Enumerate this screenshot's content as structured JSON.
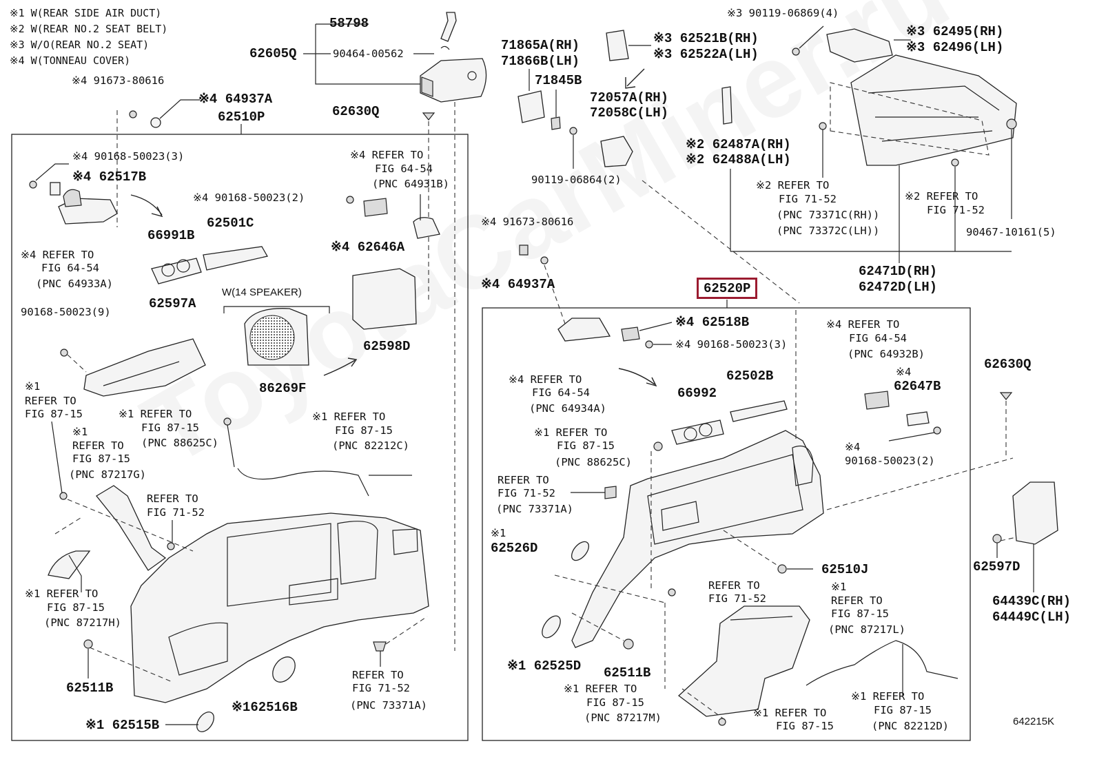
{
  "notes": [
    "※1 W(REAR SIDE AIR DUCT)",
    "※2 W(REAR NO.2 SEAT BELT)",
    "※3 W/O(REAR NO.2 SEAT)",
    "※4 W(TONNEAU COVER)"
  ],
  "left": {
    "box_title": "62510P",
    "lbl_58798": "58798",
    "lbl_62605q": "62605Q",
    "lbl_90464": "90464-00562",
    "lbl_91673": "※4 91673-80616",
    "lbl_64937a": "※4 64937A",
    "lbl_62630q": "62630Q",
    "lbl_90168_3": "※4 90168-50023(3)",
    "lbl_62517b": "※4 62517B",
    "lbl_ref_6454_a": [
      "※4 REFER TO",
      "FIG 64-54",
      "(PNC 64931B)"
    ],
    "lbl_90168_2": "※4 90168-50023(2)",
    "lbl_62646a": "※4 62646A",
    "lbl_66991b": "66991B",
    "lbl_62501c": "62501C",
    "lbl_ref_6454_b": [
      "※4 REFER TO",
      "FIG 64-54",
      "(PNC 64933A)"
    ],
    "lbl_speaker": "W(14 SPEAKER)",
    "lbl_90168_9": "90168-50023(9)",
    "lbl_62597a": "62597A",
    "lbl_62598d": "62598D",
    "lbl_86269f": "86269F",
    "lbl_ref_8715_a": [
      "※1",
      "REFER TO",
      "FIG 87-15"
    ],
    "lbl_ref_88625c": [
      "※1 REFER TO",
      "FIG 87-15",
      "(PNC 88625C)"
    ],
    "lbl_ref_82212c": [
      "※1 REFER TO",
      "FIG 87-15",
      "(PNC 82212C)"
    ],
    "lbl_ref_87217g": [
      "※1",
      "REFER TO",
      "FIG 87-15",
      "(PNC 87217G)"
    ],
    "lbl_ref_7152": [
      "REFER TO",
      "FIG 71-52"
    ],
    "lbl_ref_87217h": [
      "※1 REFER TO",
      "FIG 87-15",
      "(PNC 87217H)"
    ],
    "lbl_62511b": "62511B",
    "lbl_62516b": "※162516B",
    "lbl_62515b": "※1 62515B",
    "lbl_ref_73371a": [
      "REFER TO",
      "FIG 71-52",
      "(PNC 73371A)"
    ]
  },
  "top_right": {
    "lbl_71865a": [
      "71865A(RH)",
      "71866B(LH)"
    ],
    "lbl_71845b": "71845B",
    "lbl_62521b": [
      "※3 62521B(RH)",
      "※3 62522A(LH)"
    ],
    "lbl_72057a": [
      "72057A(RH)",
      "72058C(LH)"
    ],
    "lbl_90119_06864": "90119-06864(2)",
    "lbl_90119_06869": "※3 90119-06869(4)",
    "lbl_62495": [
      "※3 62495(RH)",
      "※3 62496(LH)"
    ],
    "lbl_62487a": [
      "※2 62487A(RH)",
      "※2 62488A(LH)"
    ],
    "lbl_ref_73371c": [
      "※2 REFER TO",
      "FIG 71-52",
      "(PNC 73371C(RH))",
      "(PNC 73372C(LH))"
    ],
    "lbl_ref_7152_b": [
      "※2 REFER TO",
      "FIG 71-52"
    ],
    "lbl_90467": "90467-10161(5)",
    "lbl_62471d": [
      "62471D(RH)",
      "62472D(LH)"
    ]
  },
  "right": {
    "box_title": "62520P",
    "lbl_91673": "※4 91673-80616",
    "lbl_64937a": "※4 64937A",
    "lbl_62518b": "※4 62518B",
    "lbl_90168_3": "※4 90168-50023(3)",
    "lbl_ref_64932b": [
      "※4 REFER TO",
      "FIG 64-54",
      "(PNC 64932B)"
    ],
    "lbl_62630q": "62630Q",
    "lbl_ref_64934a": [
      "※4 REFER TO",
      "FIG 64-54",
      "(PNC 64934A)"
    ],
    "lbl_66992": "66992",
    "lbl_62502b": "62502B",
    "lbl_62647b": [
      "※4",
      "62647B"
    ],
    "lbl_ref_88625c": [
      "※1 REFER TO",
      "FIG 87-15",
      "(PNC 88625C)"
    ],
    "lbl_90168_2": [
      "※4",
      "90168-50023(2)"
    ],
    "lbl_ref_73371a": [
      "REFER TO",
      "FIG 71-52",
      "(PNC 73371A)"
    ],
    "lbl_62526d": [
      "※1",
      "62526D"
    ],
    "lbl_62510j": "62510J",
    "lbl_62597d": "62597D",
    "lbl_ref_7152": [
      "REFER TO",
      "FIG 71-52"
    ],
    "lbl_ref_87217l": [
      "※1",
      "REFER TO",
      "FIG 87-15",
      "(PNC 87217L)"
    ],
    "lbl_64439c": [
      "64439C(RH)",
      "64449C(LH)"
    ],
    "lbl_62525d": "※1 62525D",
    "lbl_62511b": "62511B",
    "lbl_ref_87217m": [
      "※1 REFER TO",
      "FIG 87-15",
      "(PNC 87217M)"
    ],
    "lbl_ref_8715": [
      "※1 REFER TO",
      "FIG 87-15"
    ],
    "lbl_ref_82212d": [
      "※1 REFER TO",
      "FIG 87-15",
      "(PNC 82212D)"
    ]
  },
  "figure_id": "642215K",
  "watermark": "ToyotaCarMiner.ru"
}
